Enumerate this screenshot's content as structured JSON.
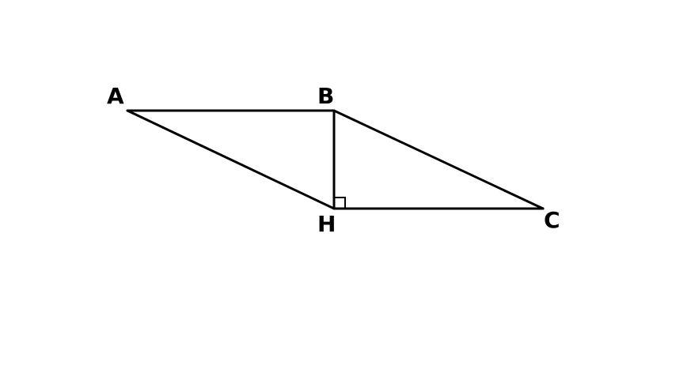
{
  "diagram": {
    "vertices": {
      "A": "A",
      "B": "B",
      "H": "H",
      "C": "C"
    }
  }
}
